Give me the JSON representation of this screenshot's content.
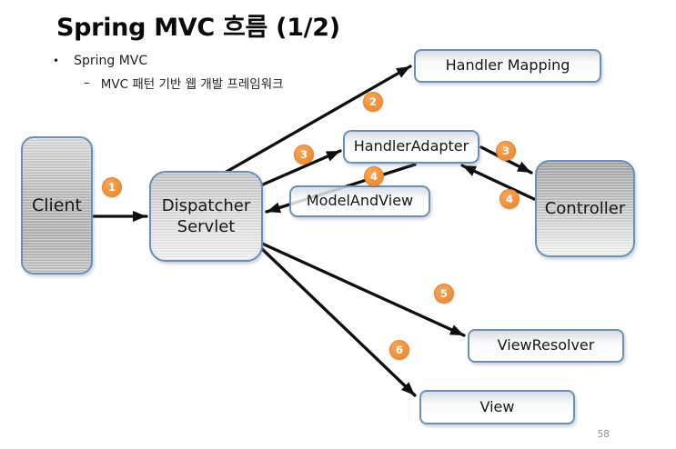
{
  "slide": {
    "title": "Spring MVC 흐름 (1/2)",
    "bullet_glyph": "•",
    "bullet": "Spring MVC",
    "sub_bullet_glyph": "–",
    "sub_bullet": "MVC 패턴 기반 웹 개발 프레임워크",
    "page_number": "58"
  },
  "diagram": {
    "nodes": {
      "client": {
        "label": "Client"
      },
      "dispatcher_servlet": {
        "label": "Dispatcher Servlet"
      },
      "handler_mapping": {
        "label": "Handler Mapping"
      },
      "handler_adapter": {
        "label": "HandlerAdapter"
      },
      "model_and_view": {
        "label": "ModelAndView"
      },
      "controller": {
        "label": "Controller"
      },
      "view_resolver": {
        "label": "ViewResolver"
      },
      "view": {
        "label": "View"
      }
    },
    "badges": [
      "1",
      "2",
      "3",
      "3",
      "4",
      "4",
      "5",
      "6"
    ],
    "edges": [
      {
        "step": "1",
        "from": "Client",
        "to": "Dispatcher Servlet"
      },
      {
        "step": "2",
        "from": "Dispatcher Servlet",
        "to": "Handler Mapping"
      },
      {
        "step": "3",
        "from": "Dispatcher Servlet",
        "to": "HandlerAdapter"
      },
      {
        "step": "3",
        "from": "HandlerAdapter",
        "to": "Controller"
      },
      {
        "step": "4",
        "from": "Controller",
        "to": "HandlerAdapter"
      },
      {
        "step": "4",
        "from": "HandlerAdapter",
        "to": "Dispatcher Servlet",
        "via": "ModelAndView"
      },
      {
        "step": "5",
        "from": "Dispatcher Servlet",
        "to": "ViewResolver"
      },
      {
        "step": "6",
        "from": "Dispatcher Servlet",
        "to": "View"
      }
    ]
  },
  "colors": {
    "badge_orange": "#ee8e36",
    "box_border_blue": "#6b90b8",
    "arrow_black": "#0f0f0f",
    "gray_box_fill": "#bcbcbc",
    "page_number_gray": "#8f8f8f"
  }
}
